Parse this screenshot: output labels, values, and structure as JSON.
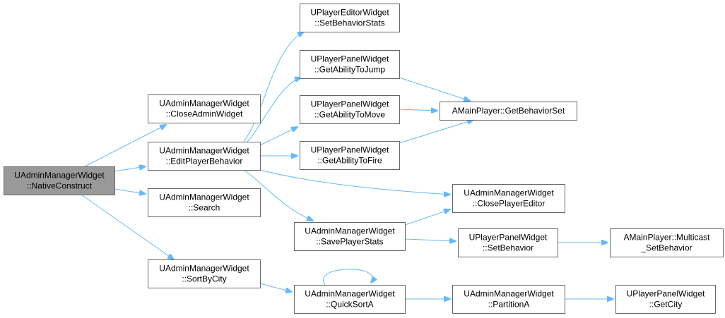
{
  "colors": {
    "edge": "#63b8ff",
    "node_border": "#666666",
    "root_fill": "#999999",
    "node_fill": "#ffffff"
  },
  "nodes": [
    {
      "id": "native_construct",
      "lines": [
        "UAdminManagerWidget",
        "::NativeConstruct"
      ],
      "root": true
    },
    {
      "id": "close_admin_widget",
      "lines": [
        "UAdminManagerWidget",
        "::CloseAdminWidget"
      ]
    },
    {
      "id": "edit_player_behavior",
      "lines": [
        "UAdminManagerWidget",
        "::EditPlayerBehavior"
      ]
    },
    {
      "id": "search",
      "lines": [
        "UAdminManagerWidget",
        "::Search"
      ]
    },
    {
      "id": "sort_by_city",
      "lines": [
        "UAdminManagerWidget",
        "::SortByCity"
      ]
    },
    {
      "id": "set_behavior_stats",
      "lines": [
        "UPlayerEditorWidget",
        "::SetBehaviorStats"
      ]
    },
    {
      "id": "get_ability_to_jump",
      "lines": [
        "UPlayerPanelWidget",
        "::GetAbilityToJump"
      ]
    },
    {
      "id": "get_ability_to_move",
      "lines": [
        "UPlayerPanelWidget",
        "::GetAbilityToMove"
      ]
    },
    {
      "id": "get_ability_to_fire",
      "lines": [
        "UPlayerPanelWidget",
        "::GetAbilityToFire"
      ]
    },
    {
      "id": "save_player_stats",
      "lines": [
        "UAdminManagerWidget",
        "::SavePlayerStats"
      ]
    },
    {
      "id": "quick_sort_a",
      "lines": [
        "UAdminManagerWidget",
        "::QuickSortA"
      ]
    },
    {
      "id": "get_behavior_set",
      "lines": [
        "AMainPlayer::GetBehaviorSet"
      ]
    },
    {
      "id": "close_player_editor",
      "lines": [
        "UAdminManagerWidget",
        "::ClosePlayerEditor"
      ]
    },
    {
      "id": "set_behavior",
      "lines": [
        "UPlayerPanelWidget",
        "::SetBehavior"
      ]
    },
    {
      "id": "partition_a",
      "lines": [
        "UAdminManagerWidget",
        "::PartitionA"
      ]
    },
    {
      "id": "multicast_set_behavior",
      "lines": [
        "AMainPlayer::Multicast",
        "_SetBehavior"
      ]
    },
    {
      "id": "get_city",
      "lines": [
        "UPlayerPanelWidget",
        "::GetCity"
      ]
    }
  ],
  "edges": [
    {
      "from": "native_construct",
      "to": "close_admin_widget"
    },
    {
      "from": "native_construct",
      "to": "edit_player_behavior"
    },
    {
      "from": "native_construct",
      "to": "search"
    },
    {
      "from": "native_construct",
      "to": "sort_by_city"
    },
    {
      "from": "edit_player_behavior",
      "to": "set_behavior_stats"
    },
    {
      "from": "edit_player_behavior",
      "to": "get_ability_to_jump"
    },
    {
      "from": "edit_player_behavior",
      "to": "get_ability_to_move"
    },
    {
      "from": "edit_player_behavior",
      "to": "get_ability_to_fire"
    },
    {
      "from": "edit_player_behavior",
      "to": "close_player_editor"
    },
    {
      "from": "edit_player_behavior",
      "to": "save_player_stats"
    },
    {
      "from": "get_ability_to_jump",
      "to": "get_behavior_set"
    },
    {
      "from": "get_ability_to_move",
      "to": "get_behavior_set"
    },
    {
      "from": "get_ability_to_fire",
      "to": "get_behavior_set"
    },
    {
      "from": "save_player_stats",
      "to": "close_player_editor"
    },
    {
      "from": "save_player_stats",
      "to": "set_behavior"
    },
    {
      "from": "set_behavior",
      "to": "multicast_set_behavior"
    },
    {
      "from": "sort_by_city",
      "to": "quick_sort_a"
    },
    {
      "from": "quick_sort_a",
      "to": "quick_sort_a"
    },
    {
      "from": "quick_sort_a",
      "to": "partition_a"
    },
    {
      "from": "partition_a",
      "to": "get_city"
    }
  ]
}
